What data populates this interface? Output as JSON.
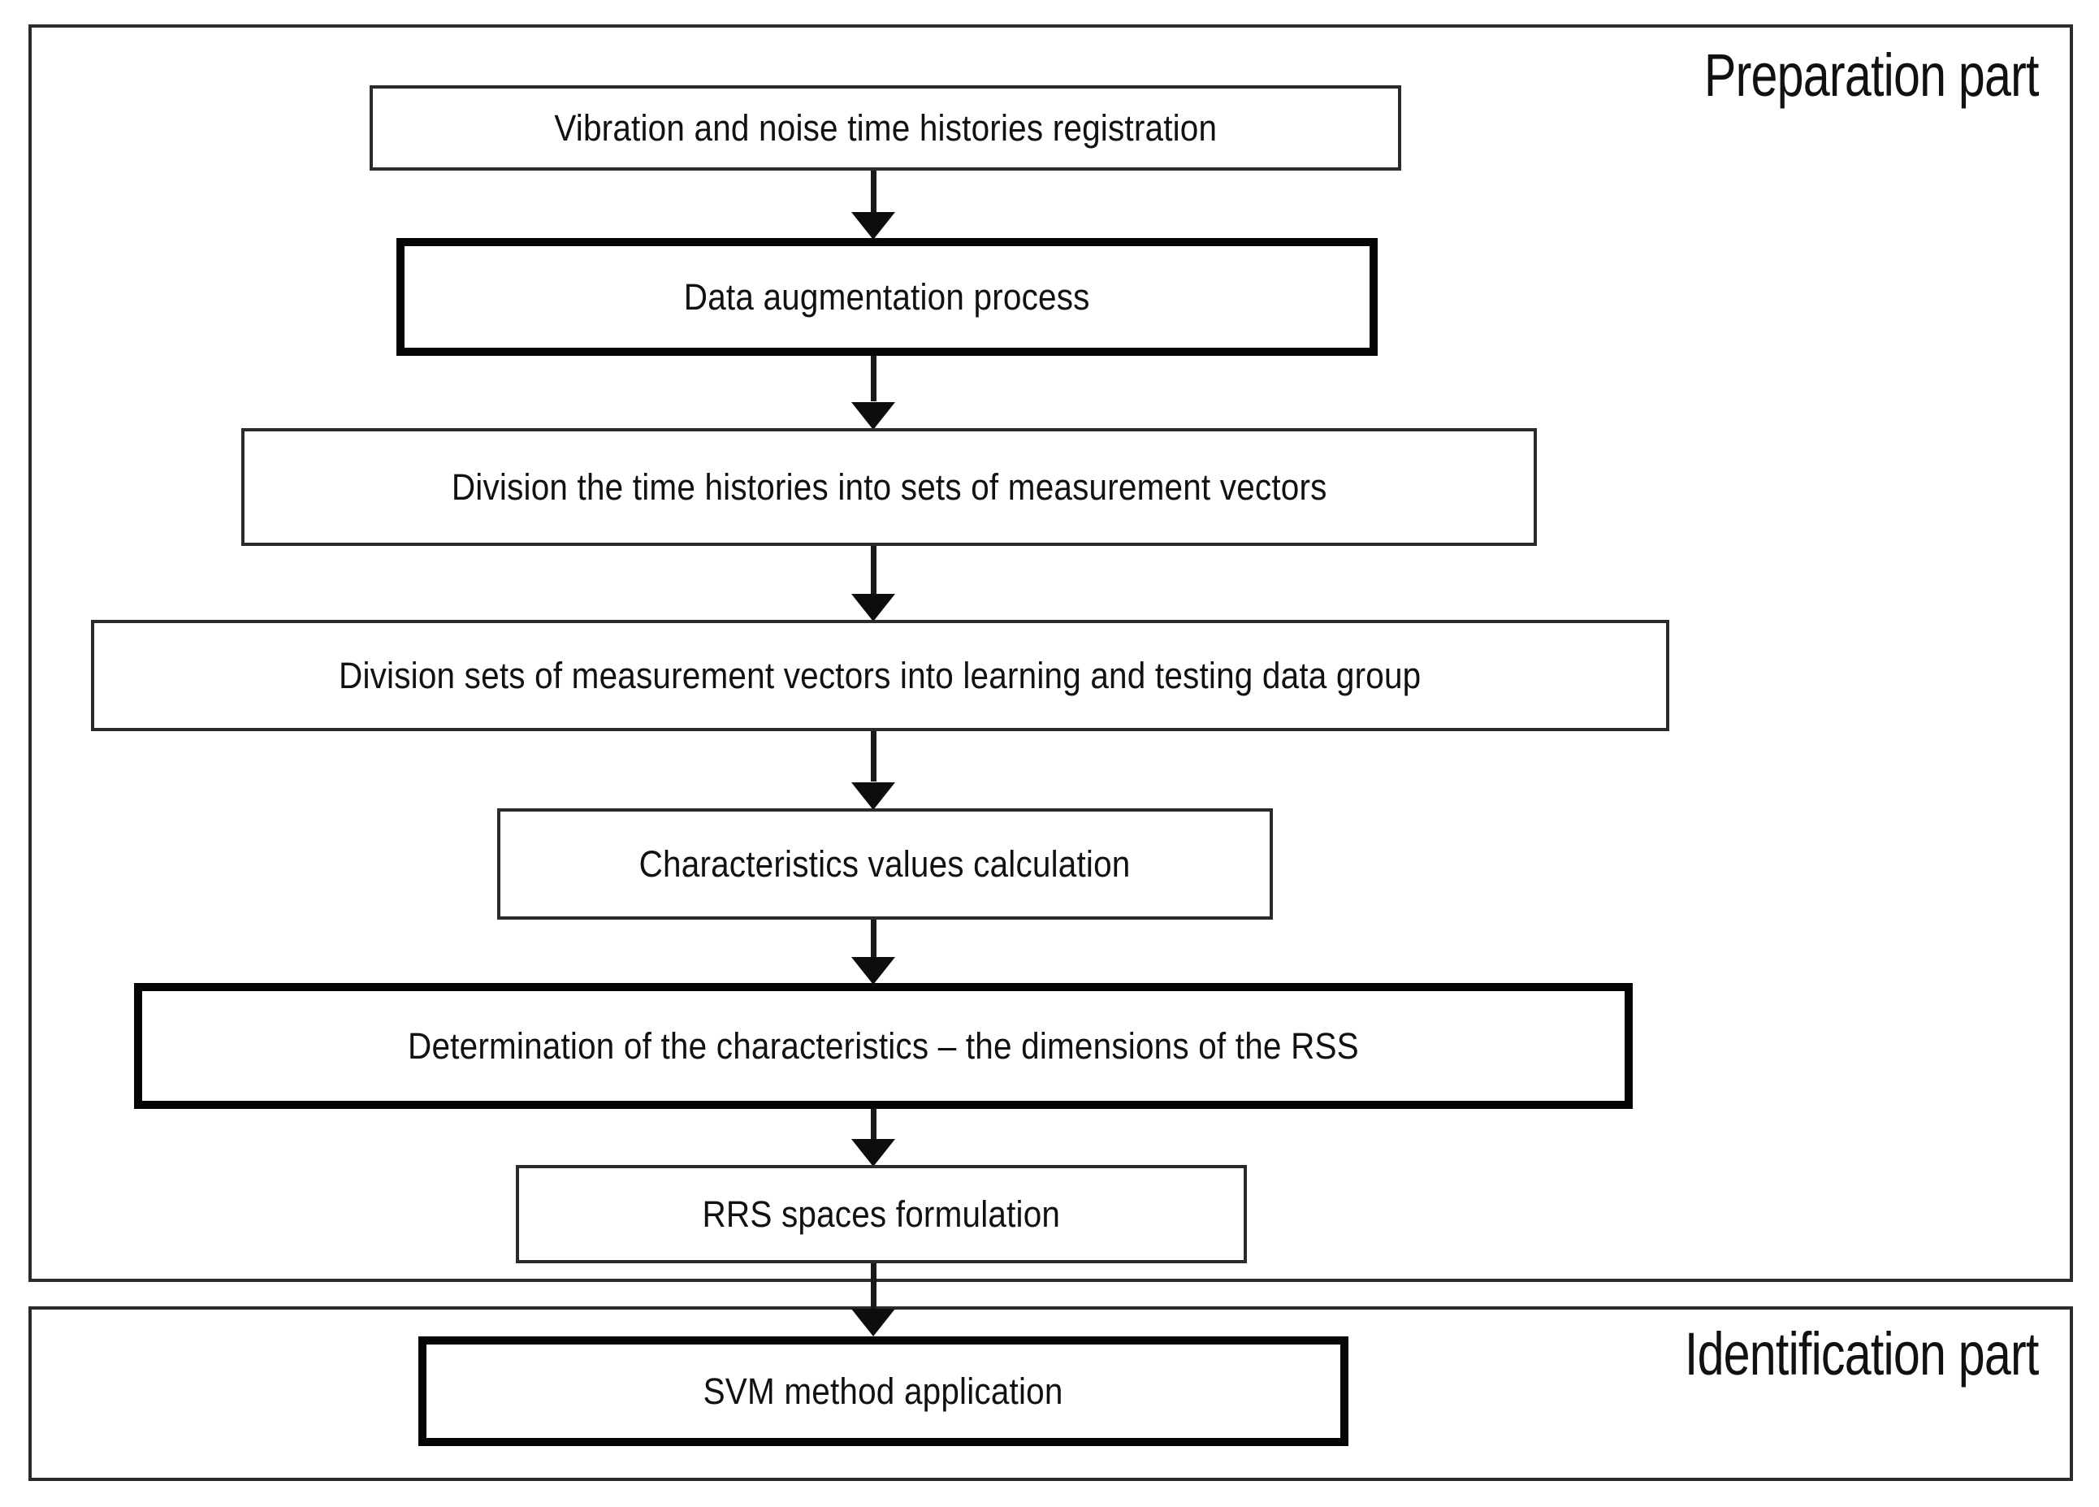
{
  "diagram": {
    "title_preparation": "Preparation part",
    "title_identification": "Identification part",
    "accent_color": "#111111",
    "border_color": "#2b2b2b",
    "emphasis_border_color": "#050505",
    "background_color": "#ffffff"
  },
  "sections": [
    {
      "id": "preparation",
      "label": "Preparation part"
    },
    {
      "id": "identification",
      "label": "Identification part"
    }
  ],
  "nodes": [
    {
      "id": "registration",
      "label": "Vibration and noise time histories registration",
      "emphasis": false,
      "section": "preparation"
    },
    {
      "id": "augmentation",
      "label": "Data augmentation process",
      "emphasis": true,
      "section": "preparation"
    },
    {
      "id": "division-time",
      "label": "Division the time histories into sets of measurement vectors",
      "emphasis": false,
      "section": "preparation"
    },
    {
      "id": "division-sets",
      "label": "Division sets of measurement vectors into learning and testing data group",
      "emphasis": false,
      "section": "preparation"
    },
    {
      "id": "characteristics",
      "label": "Characteristics values calculation",
      "emphasis": false,
      "section": "preparation"
    },
    {
      "id": "determination",
      "label": "Determination of the characteristics – the dimensions of the RSS",
      "emphasis": true,
      "section": "preparation"
    },
    {
      "id": "rrs",
      "label": "RRS spaces formulation",
      "emphasis": false,
      "section": "preparation"
    },
    {
      "id": "svm",
      "label": "SVM method application",
      "emphasis": true,
      "section": "identification"
    }
  ],
  "edges": [
    {
      "from": "registration",
      "to": "augmentation"
    },
    {
      "from": "augmentation",
      "to": "division-time"
    },
    {
      "from": "division-time",
      "to": "division-sets"
    },
    {
      "from": "division-sets",
      "to": "characteristics"
    },
    {
      "from": "characteristics",
      "to": "determination"
    },
    {
      "from": "determination",
      "to": "rrs"
    },
    {
      "from": "rrs",
      "to": "svm"
    }
  ]
}
